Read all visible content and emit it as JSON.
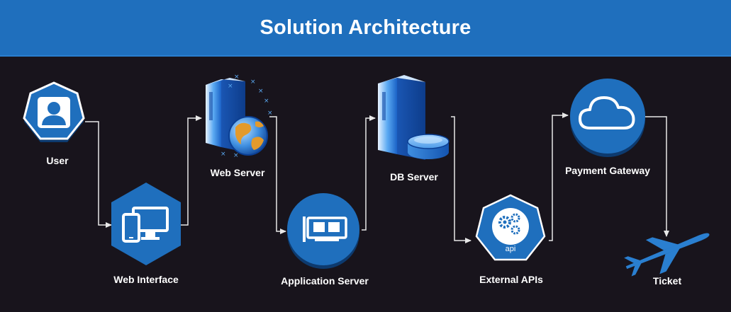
{
  "title": "Solution Architecture",
  "colors": {
    "header": "#1f6fbd",
    "background": "#18141c",
    "node_fill": "#1f6fbd",
    "connector": "#e8e8e8",
    "label": "#ffffff"
  },
  "nodes": [
    {
      "id": "user",
      "label": "User",
      "icon": "user-icon"
    },
    {
      "id": "web-interface",
      "label": "Web Interface",
      "icon": "devices-icon"
    },
    {
      "id": "web-server",
      "label": "Web Server",
      "icon": "web-server-globe-icon"
    },
    {
      "id": "application-server",
      "label": "Application Server",
      "icon": "network-card-icon"
    },
    {
      "id": "db-server",
      "label": "DB Server",
      "icon": "database-server-icon"
    },
    {
      "id": "external-apis",
      "label": "External APIs",
      "icon": "api-gear-icon",
      "badge": "api"
    },
    {
      "id": "payment-gateway",
      "label": "Payment Gateway",
      "icon": "cloud-icon"
    },
    {
      "id": "ticket",
      "label": "Ticket",
      "icon": "airplane-icon"
    }
  ],
  "connections": [
    {
      "from": "user",
      "to": "web-interface"
    },
    {
      "from": "web-interface",
      "to": "web-server"
    },
    {
      "from": "web-server",
      "to": "application-server"
    },
    {
      "from": "application-server",
      "to": "db-server"
    },
    {
      "from": "db-server",
      "to": "external-apis"
    },
    {
      "from": "external-apis",
      "to": "payment-gateway"
    },
    {
      "from": "payment-gateway",
      "to": "ticket"
    }
  ]
}
